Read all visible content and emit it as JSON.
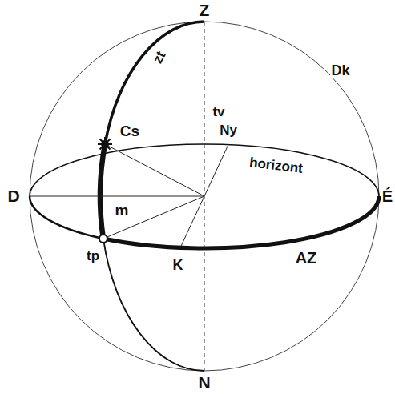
{
  "diagram": {
    "labels": [
      "Z",
      "zt",
      "tv",
      "Cs",
      "Dk",
      "Ny",
      "horizont",
      "D",
      "É",
      "m",
      "tp",
      "K",
      "AZ",
      "N"
    ]
  }
}
